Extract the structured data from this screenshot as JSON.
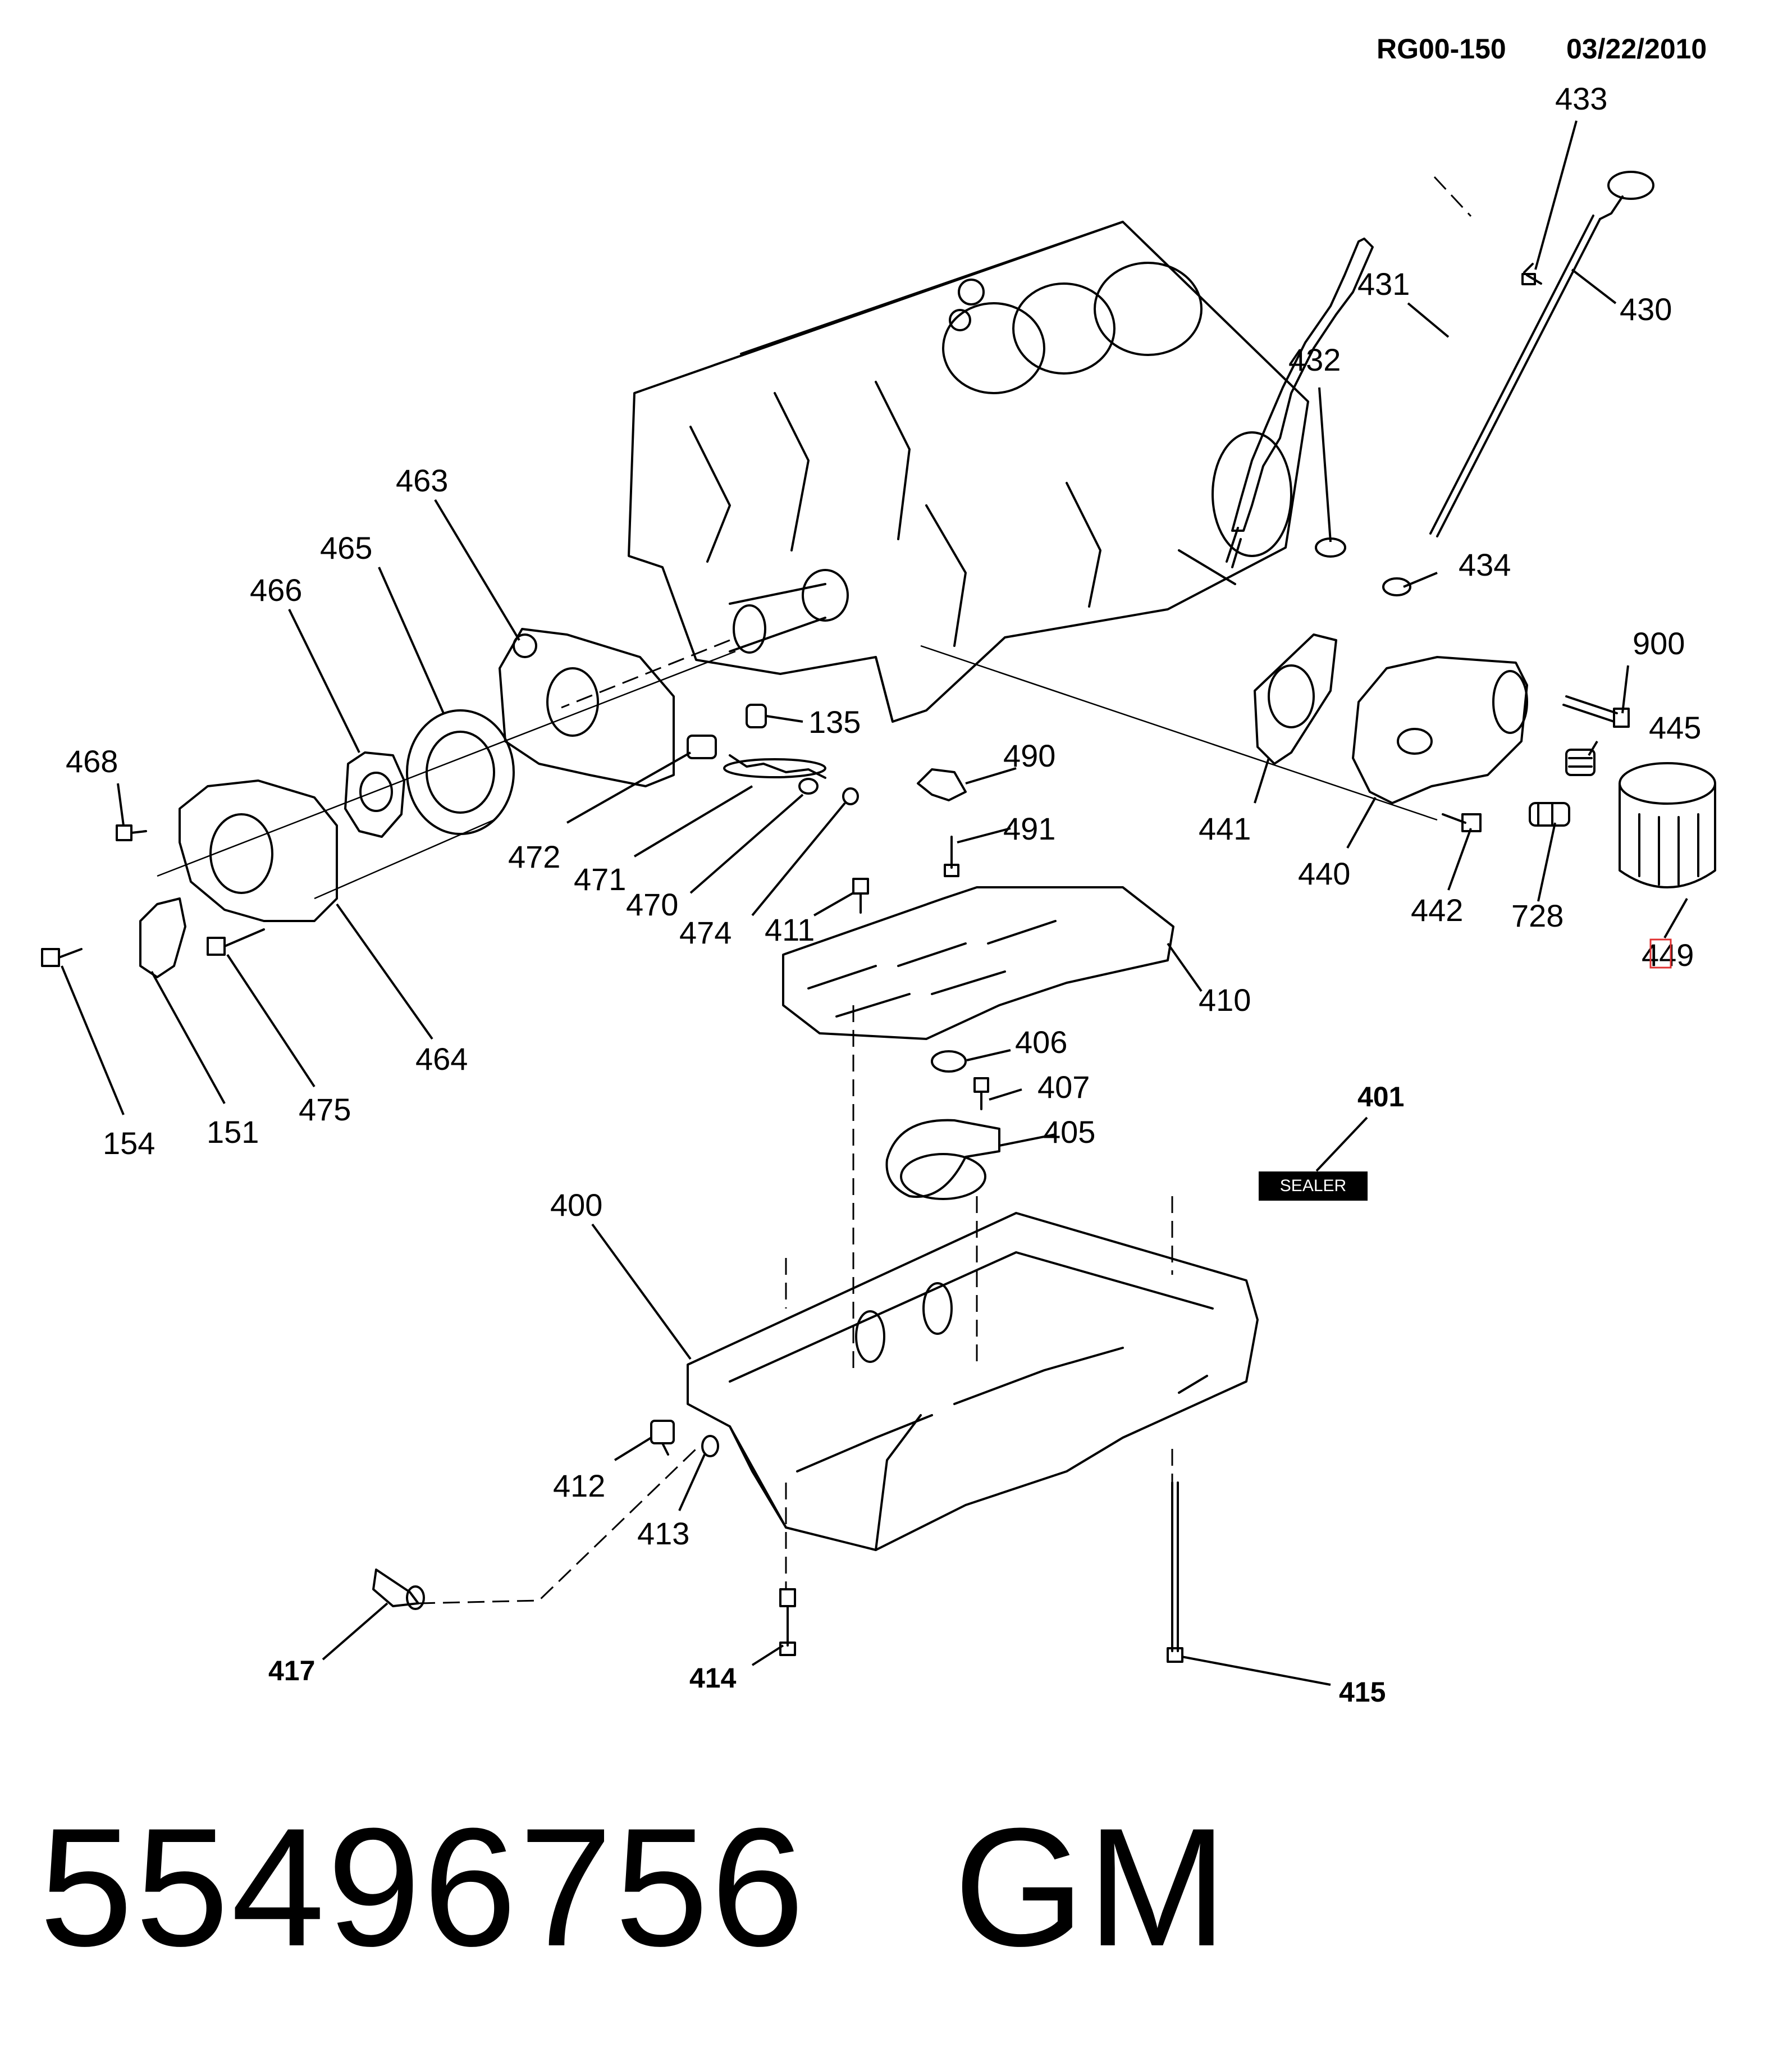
{
  "header": {
    "diagram_id": "RG00-150",
    "date": "03/22/2010"
  },
  "sealer_label": "SEALER",
  "footer": {
    "part_number": "55496756",
    "brand": "GM"
  },
  "callouts": [
    "433",
    "430",
    "431",
    "432",
    "434",
    "900",
    "445",
    "441",
    "440",
    "442",
    "728",
    "449",
    "463",
    "465",
    "466",
    "468",
    "135",
    "472",
    "471",
    "470",
    "474",
    "490",
    "491",
    "411",
    "410",
    "464",
    "154",
    "151",
    "475",
    "406",
    "407",
    "405",
    "401",
    "400",
    "412",
    "413",
    "417",
    "414",
    "415"
  ],
  "colors": {
    "line": "#000000",
    "highlight": "#e03030",
    "label_bg": "#000000",
    "label_text": "#ffffff"
  },
  "highlighted_callout": "449"
}
